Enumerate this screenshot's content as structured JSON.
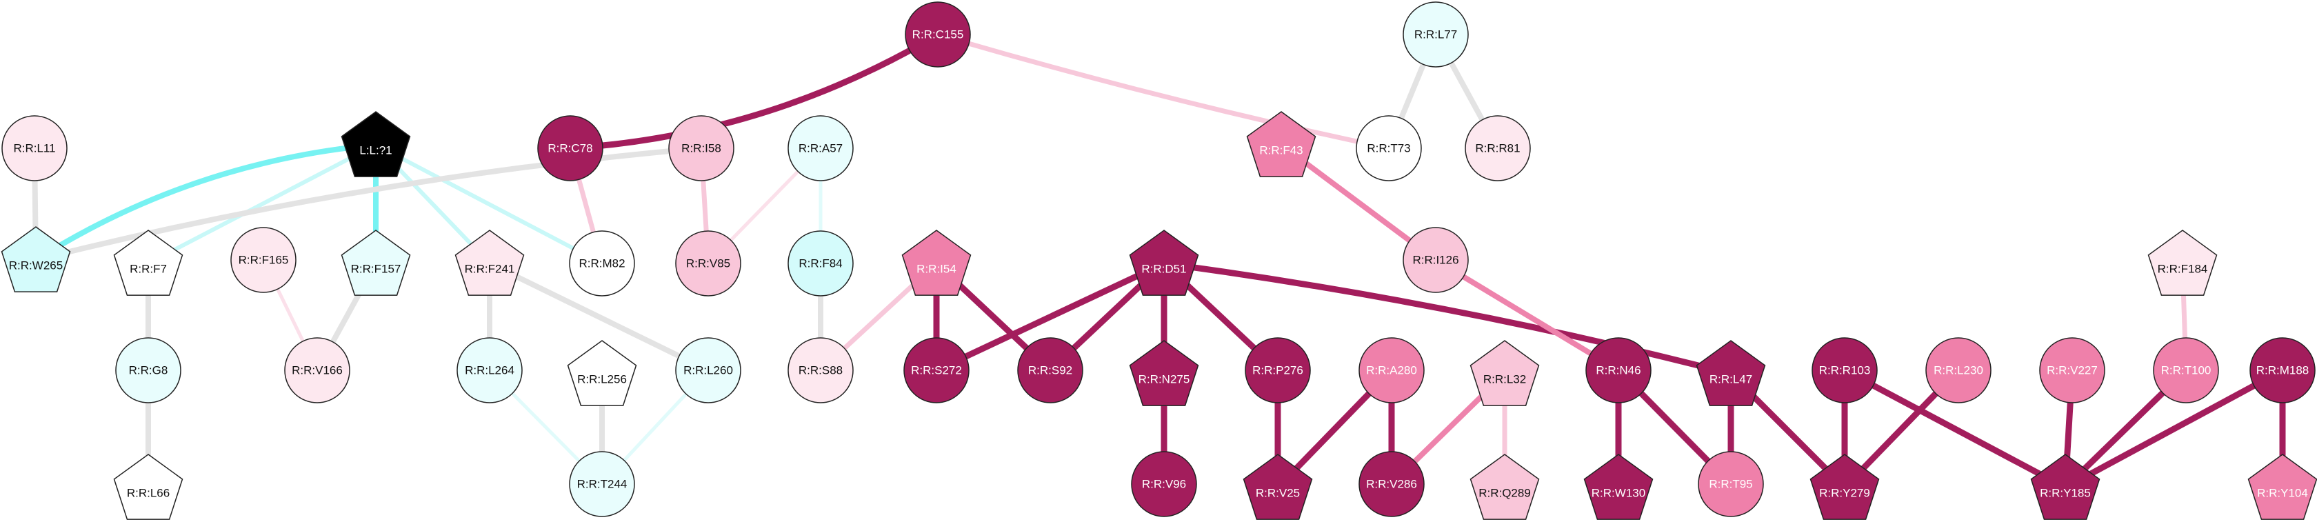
{
  "colors": {
    "white": "#ffffff",
    "pale_pink": "#fde8ef",
    "light_pink": "#f9c6d9",
    "medium_pink": "#ef80aa",
    "dark_magenta": "#a31d5c",
    "pale_cyan": "#e8fdfd",
    "light_cyan": "#d4fbfb",
    "black": "#000000",
    "edge_gray": "#e3e3e3",
    "edge_cyan": "#77f2f2",
    "edge_light_cyan": "#c8f8f8",
    "edge_pale_cyan": "#e1fbfb",
    "edge_light_pink": "#f7c8da",
    "edge_pale_pink": "#fbe0ea",
    "edge_medium_pink": "#ee83ac",
    "edge_dark_magenta": "#a31d5c"
  },
  "nodes": [
    {
      "id": "C155",
      "label": "R:R:C155",
      "shape": "circle",
      "fill": "dark_magenta"
    },
    {
      "id": "L77",
      "label": "R:R:L77",
      "shape": "circle",
      "fill": "pale_cyan"
    },
    {
      "id": "L11",
      "label": "R:R:L11",
      "shape": "circle",
      "fill": "pale_pink"
    },
    {
      "id": "LIG",
      "label": "L:L:?1",
      "shape": "pentagon",
      "fill": "black"
    },
    {
      "id": "C78",
      "label": "R:R:C78",
      "shape": "circle",
      "fill": "dark_magenta"
    },
    {
      "id": "I58",
      "label": "R:R:I58",
      "shape": "circle",
      "fill": "light_pink"
    },
    {
      "id": "A57",
      "label": "R:R:A57",
      "shape": "circle",
      "fill": "pale_cyan"
    },
    {
      "id": "F43",
      "label": "R:R:F43",
      "shape": "pentagon",
      "fill": "medium_pink"
    },
    {
      "id": "T73",
      "label": "R:R:T73",
      "shape": "circle",
      "fill": "white"
    },
    {
      "id": "R81",
      "label": "R:R:R81",
      "shape": "circle",
      "fill": "pale_pink"
    },
    {
      "id": "W265",
      "label": "R:R:W265",
      "shape": "pentagon",
      "fill": "light_cyan"
    },
    {
      "id": "F7",
      "label": "R:R:F7",
      "shape": "pentagon",
      "fill": "white"
    },
    {
      "id": "F165",
      "label": "R:R:F165",
      "shape": "circle",
      "fill": "pale_pink"
    },
    {
      "id": "F157",
      "label": "R:R:F157",
      "shape": "pentagon",
      "fill": "pale_cyan"
    },
    {
      "id": "F241",
      "label": "R:R:F241",
      "shape": "pentagon",
      "fill": "pale_pink"
    },
    {
      "id": "M82",
      "label": "R:R:M82",
      "shape": "circle",
      "fill": "white"
    },
    {
      "id": "V85",
      "label": "R:R:V85",
      "shape": "circle",
      "fill": "light_pink"
    },
    {
      "id": "F84",
      "label": "R:R:F84",
      "shape": "circle",
      "fill": "light_cyan"
    },
    {
      "id": "I54",
      "label": "R:R:I54",
      "shape": "pentagon",
      "fill": "medium_pink"
    },
    {
      "id": "D51",
      "label": "R:R:D51",
      "shape": "pentagon",
      "fill": "dark_magenta"
    },
    {
      "id": "I126",
      "label": "R:R:I126",
      "shape": "circle",
      "fill": "light_pink"
    },
    {
      "id": "F184",
      "label": "R:R:F184",
      "shape": "pentagon",
      "fill": "pale_pink"
    },
    {
      "id": "G8",
      "label": "R:R:G8",
      "shape": "circle",
      "fill": "pale_cyan"
    },
    {
      "id": "V166",
      "label": "R:R:V166",
      "shape": "circle",
      "fill": "pale_pink"
    },
    {
      "id": "L264",
      "label": "R:R:L264",
      "shape": "circle",
      "fill": "pale_cyan"
    },
    {
      "id": "L256",
      "label": "R:R:L256",
      "shape": "pentagon",
      "fill": "white"
    },
    {
      "id": "L260",
      "label": "R:R:L260",
      "shape": "circle",
      "fill": "pale_cyan"
    },
    {
      "id": "S88",
      "label": "R:R:S88",
      "shape": "circle",
      "fill": "pale_pink"
    },
    {
      "id": "S272",
      "label": "R:R:S272",
      "shape": "circle",
      "fill": "dark_magenta"
    },
    {
      "id": "S92",
      "label": "R:R:S92",
      "shape": "circle",
      "fill": "dark_magenta"
    },
    {
      "id": "N275",
      "label": "R:R:N275",
      "shape": "pentagon",
      "fill": "dark_magenta"
    },
    {
      "id": "P276",
      "label": "R:R:P276",
      "shape": "circle",
      "fill": "dark_magenta"
    },
    {
      "id": "A280",
      "label": "R:R:A280",
      "shape": "circle",
      "fill": "medium_pink"
    },
    {
      "id": "L32",
      "label": "R:R:L32",
      "shape": "pentagon",
      "fill": "light_pink"
    },
    {
      "id": "N46",
      "label": "R:R:N46",
      "shape": "circle",
      "fill": "dark_magenta"
    },
    {
      "id": "L47",
      "label": "R:R:L47",
      "shape": "pentagon",
      "fill": "dark_magenta"
    },
    {
      "id": "R103",
      "label": "R:R:R103",
      "shape": "circle",
      "fill": "dark_magenta"
    },
    {
      "id": "L230",
      "label": "R:R:L230",
      "shape": "circle",
      "fill": "medium_pink"
    },
    {
      "id": "V227",
      "label": "R:R:V227",
      "shape": "circle",
      "fill": "medium_pink"
    },
    {
      "id": "T100",
      "label": "R:R:T100",
      "shape": "circle",
      "fill": "medium_pink"
    },
    {
      "id": "M188",
      "label": "R:R:M188",
      "shape": "circle",
      "fill": "dark_magenta"
    },
    {
      "id": "L66",
      "label": "R:R:L66",
      "shape": "pentagon",
      "fill": "white"
    },
    {
      "id": "T244",
      "label": "R:R:T244",
      "shape": "circle",
      "fill": "pale_cyan"
    },
    {
      "id": "V96",
      "label": "R:R:V96",
      "shape": "circle",
      "fill": "dark_magenta"
    },
    {
      "id": "V25",
      "label": "R:R:V25",
      "shape": "pentagon",
      "fill": "dark_magenta"
    },
    {
      "id": "V286",
      "label": "R:R:V286",
      "shape": "circle",
      "fill": "dark_magenta"
    },
    {
      "id": "Q289",
      "label": "R:R:Q289",
      "shape": "pentagon",
      "fill": "light_pink"
    },
    {
      "id": "W130",
      "label": "R:R:W130",
      "shape": "pentagon",
      "fill": "dark_magenta"
    },
    {
      "id": "T95",
      "label": "R:R:T95",
      "shape": "circle",
      "fill": "medium_pink"
    },
    {
      "id": "Y279",
      "label": "R:R:Y279",
      "shape": "pentagon",
      "fill": "dark_magenta"
    },
    {
      "id": "Y185",
      "label": "R:R:Y185",
      "shape": "pentagon",
      "fill": "dark_magenta"
    },
    {
      "id": "Y104",
      "label": "R:R:Y104",
      "shape": "pentagon",
      "fill": "medium_pink"
    }
  ],
  "edges": [
    {
      "source": "C155",
      "target": "C78",
      "color": "edge_dark_magenta"
    },
    {
      "source": "C155",
      "target": "T73",
      "color": "edge_light_pink"
    },
    {
      "source": "L77",
      "target": "T73",
      "color": "edge_gray"
    },
    {
      "source": "L77",
      "target": "R81",
      "color": "edge_gray"
    },
    {
      "source": "L11",
      "target": "W265",
      "color": "edge_gray"
    },
    {
      "source": "LIG",
      "target": "W265",
      "color": "edge_cyan"
    },
    {
      "source": "LIG",
      "target": "F7",
      "color": "edge_light_cyan"
    },
    {
      "source": "LIG",
      "target": "F157",
      "color": "edge_cyan"
    },
    {
      "source": "LIG",
      "target": "F241",
      "color": "edge_light_cyan"
    },
    {
      "source": "LIG",
      "target": "M82",
      "color": "edge_light_cyan"
    },
    {
      "source": "I58",
      "target": "W265",
      "color": "edge_gray"
    },
    {
      "source": "C78",
      "target": "M82",
      "color": "edge_light_pink"
    },
    {
      "source": "I58",
      "target": "V85",
      "color": "edge_light_pink"
    },
    {
      "source": "A57",
      "target": "V85",
      "color": "edge_pale_pink"
    },
    {
      "source": "A57",
      "target": "F84",
      "color": "edge_pale_cyan"
    },
    {
      "source": "F43",
      "target": "I126",
      "color": "edge_medium_pink"
    },
    {
      "source": "F7",
      "target": "G8",
      "color": "edge_gray"
    },
    {
      "source": "G8",
      "target": "L66",
      "color": "edge_gray"
    },
    {
      "source": "F165",
      "target": "V166",
      "color": "edge_pale_pink"
    },
    {
      "source": "F157",
      "target": "V166",
      "color": "edge_gray"
    },
    {
      "source": "F241",
      "target": "L264",
      "color": "edge_gray"
    },
    {
      "source": "F241",
      "target": "L260",
      "color": "edge_gray"
    },
    {
      "source": "L264",
      "target": "T244",
      "color": "edge_pale_cyan"
    },
    {
      "source": "L256",
      "target": "T244",
      "color": "edge_gray"
    },
    {
      "source": "L260",
      "target": "T244",
      "color": "edge_pale_cyan"
    },
    {
      "source": "F84",
      "target": "S88",
      "color": "edge_gray"
    },
    {
      "source": "I54",
      "target": "S88",
      "color": "edge_light_pink"
    },
    {
      "source": "I54",
      "target": "S272",
      "color": "edge_dark_magenta"
    },
    {
      "source": "I54",
      "target": "S92",
      "color": "edge_dark_magenta"
    },
    {
      "source": "D51",
      "target": "S272",
      "color": "edge_dark_magenta"
    },
    {
      "source": "D51",
      "target": "S92",
      "color": "edge_dark_magenta"
    },
    {
      "source": "D51",
      "target": "N275",
      "color": "edge_dark_magenta"
    },
    {
      "source": "D51",
      "target": "P276",
      "color": "edge_dark_magenta"
    },
    {
      "source": "D51",
      "target": "L47",
      "color": "edge_dark_magenta"
    },
    {
      "source": "N275",
      "target": "V96",
      "color": "edge_dark_magenta"
    },
    {
      "source": "P276",
      "target": "V25",
      "color": "edge_dark_magenta"
    },
    {
      "source": "A280",
      "target": "V25",
      "color": "edge_dark_magenta"
    },
    {
      "source": "A280",
      "target": "V286",
      "color": "edge_dark_magenta"
    },
    {
      "source": "L32",
      "target": "V286",
      "color": "edge_medium_pink"
    },
    {
      "source": "L32",
      "target": "Q289",
      "color": "edge_light_pink"
    },
    {
      "source": "I126",
      "target": "N46",
      "color": "edge_medium_pink"
    },
    {
      "source": "N46",
      "target": "W130",
      "color": "edge_dark_magenta"
    },
    {
      "source": "N46",
      "target": "T95",
      "color": "edge_dark_magenta"
    },
    {
      "source": "L47",
      "target": "T95",
      "color": "edge_dark_magenta"
    },
    {
      "source": "L47",
      "target": "Y279",
      "color": "edge_dark_magenta"
    },
    {
      "source": "R103",
      "target": "Y279",
      "color": "edge_dark_magenta"
    },
    {
      "source": "R103",
      "target": "Y185",
      "color": "edge_dark_magenta"
    },
    {
      "source": "L230",
      "target": "Y279",
      "color": "edge_dark_magenta"
    },
    {
      "source": "V227",
      "target": "Y185",
      "color": "edge_dark_magenta"
    },
    {
      "source": "T100",
      "target": "Y185",
      "color": "edge_dark_magenta"
    },
    {
      "source": "F184",
      "target": "T100",
      "color": "edge_light_pink"
    },
    {
      "source": "M188",
      "target": "Y185",
      "color": "edge_dark_magenta"
    },
    {
      "source": "M188",
      "target": "Y104",
      "color": "edge_dark_magenta"
    }
  ]
}
